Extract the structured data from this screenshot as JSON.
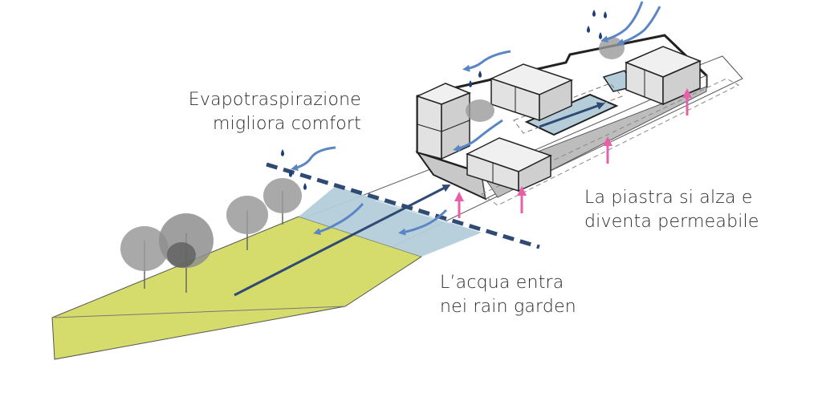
{
  "labels": {
    "evapo_line1": "Evapotraspirazione",
    "evapo_line2": "migliora comfort",
    "piastra_line1": "La piastra si alza e",
    "piastra_line2": "diventa permeabile",
    "acqua_line1": "L’acqua entra",
    "acqua_line2": "nei rain garden"
  },
  "colors": {
    "ground": "#d6dc6b",
    "water": "#b4cdd9",
    "dark_arrow": "#2f4a73",
    "wind_arrow": "#5b86c6",
    "pink_arrow": "#e85fa8",
    "drop": "#1d3f78",
    "cube": "#e6e6e6",
    "tree": "#9a9a9a"
  },
  "icons": {
    "rain_drop": "rain-drop-icon",
    "wind": "wind-arrow-icon",
    "rise": "rise-arrow-icon",
    "tree": "tree-icon"
  }
}
